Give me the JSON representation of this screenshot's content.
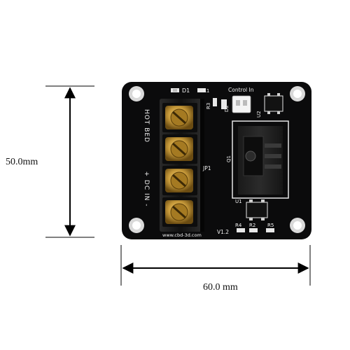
{
  "dimensions": {
    "height_label": "50.0mm",
    "width_label": "60.0 mm"
  },
  "board": {
    "silkscreen": {
      "d1": "D1",
      "r1": "R1",
      "control_in": "Control In",
      "r3": "R3",
      "d2": "D2",
      "u2": "U2",
      "hot_bed": "HOT BED",
      "dc_in": "+ DC IN -",
      "jp1": "JP1",
      "q1": "Q1",
      "u1": "U1",
      "r4": "R4",
      "r2": "R2",
      "r5": "R5",
      "version": "V1.2",
      "url": "www.cbd-3d.com"
    },
    "colors": {
      "pcb": "#0b0b0c",
      "silkscreen": "#f2f2f2",
      "brass": "#c79a3a",
      "terminal": "#141414",
      "pad": "#d9d9d9"
    }
  }
}
